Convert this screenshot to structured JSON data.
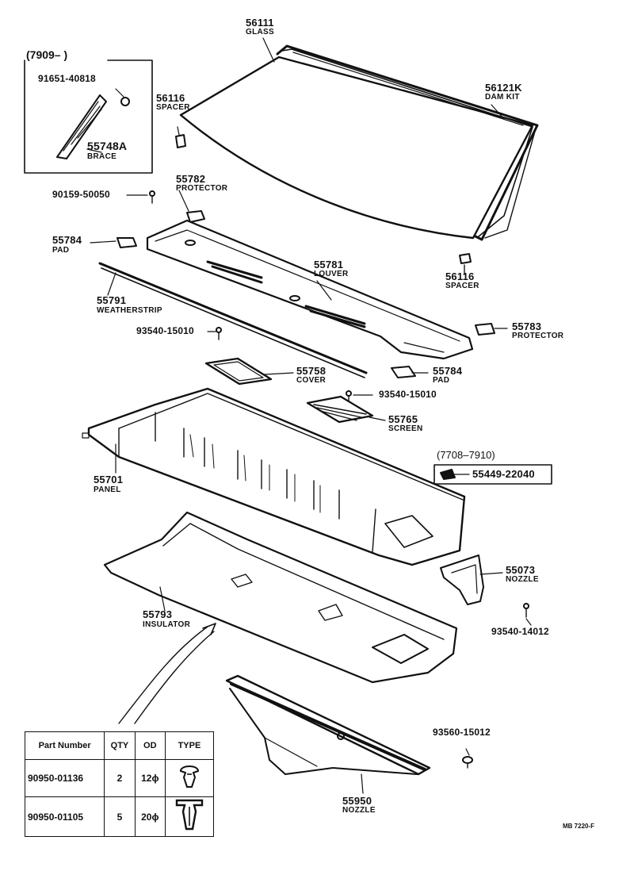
{
  "callouts": {
    "glass": {
      "number": "56111",
      "name": "GLASS"
    },
    "dam_kit": {
      "number": "56121K",
      "name": "DAM KIT"
    },
    "spacer_upper": {
      "number": "56116",
      "name": "SPACER"
    },
    "spacer_lower": {
      "number": "56116",
      "name": "SPACER"
    },
    "brace_group_range": "(7909–         )",
    "bolt_91651": {
      "number": "91651-40818"
    },
    "brace": {
      "number": "55748A",
      "name": "BRACE"
    },
    "protector_55782": {
      "number": "55782",
      "name": "PROTECTOR"
    },
    "screw_90159": {
      "number": "90159-50050"
    },
    "pad_left": {
      "number": "55784",
      "name": "PAD"
    },
    "louver": {
      "number": "55781",
      "name": "LOUVER"
    },
    "weatherstrip": {
      "number": "55791",
      "name": "WEATHERSTRIP"
    },
    "clip_93540_a": {
      "number": "93540-15010"
    },
    "protector_55783": {
      "number": "55783",
      "name": "PROTECTOR"
    },
    "cover": {
      "number": "55758",
      "name": "COVER"
    },
    "pad_right": {
      "number": "55784",
      "name": "PAD"
    },
    "clip_93540_b": {
      "number": "93540-15010"
    },
    "screen": {
      "number": "55765",
      "name": "SCREEN"
    },
    "panel": {
      "number": "55701",
      "name": "PANEL"
    },
    "nozzle_group_range": "(7708–7910)",
    "part_55449": {
      "number": "55449-22040"
    },
    "nozzle_55073": {
      "number": "55073",
      "name": "NOZZLE"
    },
    "clip_93540_c": {
      "number": "93540-14012"
    },
    "insulator": {
      "number": "55793",
      "name": "INSULATOR"
    },
    "clip_93560": {
      "number": "93560-15012"
    },
    "nozzle_55950": {
      "number": "55950",
      "name": "NOZZLE"
    }
  },
  "clip_table": {
    "headers": [
      "Part Number",
      "QTY",
      "OD",
      "TYPE"
    ],
    "rows": [
      {
        "part_number": "90950-01136",
        "qty": "2",
        "od": "12ϕ",
        "type_icon": "small-push-clip-icon"
      },
      {
        "part_number": "90950-01105",
        "qty": "5",
        "od": "20ϕ",
        "type_icon": "large-push-clip-icon"
      }
    ]
  },
  "figure_code": "MB  7220-F"
}
